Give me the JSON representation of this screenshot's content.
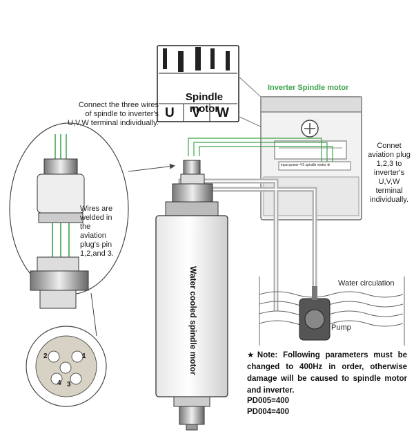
{
  "callout_zoom": {
    "title": "Spindle motor",
    "terminals": [
      "U",
      "V",
      "W"
    ]
  },
  "inverter": {
    "title": "Inverter Spindle motor",
    "strip_label": "input power  4  5  spindle motor  ⊕"
  },
  "labels": {
    "connect_wires": [
      "Connect the three wires",
      "of spindle to inverter's",
      "U,V,W terminal individually."
    ],
    "aviation_plug": [
      "Connet",
      "aviation plug",
      "1,2,3 to",
      "inverter's",
      "U,V,W",
      "terminal",
      "individually."
    ],
    "welded": [
      "Wires are",
      "welded in",
      "the",
      "aviation",
      "plug's pin",
      "1,2,and 3."
    ],
    "water_circulation": "Water circulation",
    "pump": "Pump",
    "spindle_body": "Water cooled spindle motor"
  },
  "plug_pins": [
    "1",
    "2",
    "3",
    "4"
  ],
  "note": {
    "text": "★Note: Following parameters must be changed to 400Hz in order, otherwise damage will be caused to spindle motor and inverter.",
    "params": [
      "PD005=400",
      "PD004=400"
    ]
  },
  "colors": {
    "wire_green": "#3aa34a",
    "pipe_gray": "#b5b5b5",
    "outline": "#333333"
  }
}
